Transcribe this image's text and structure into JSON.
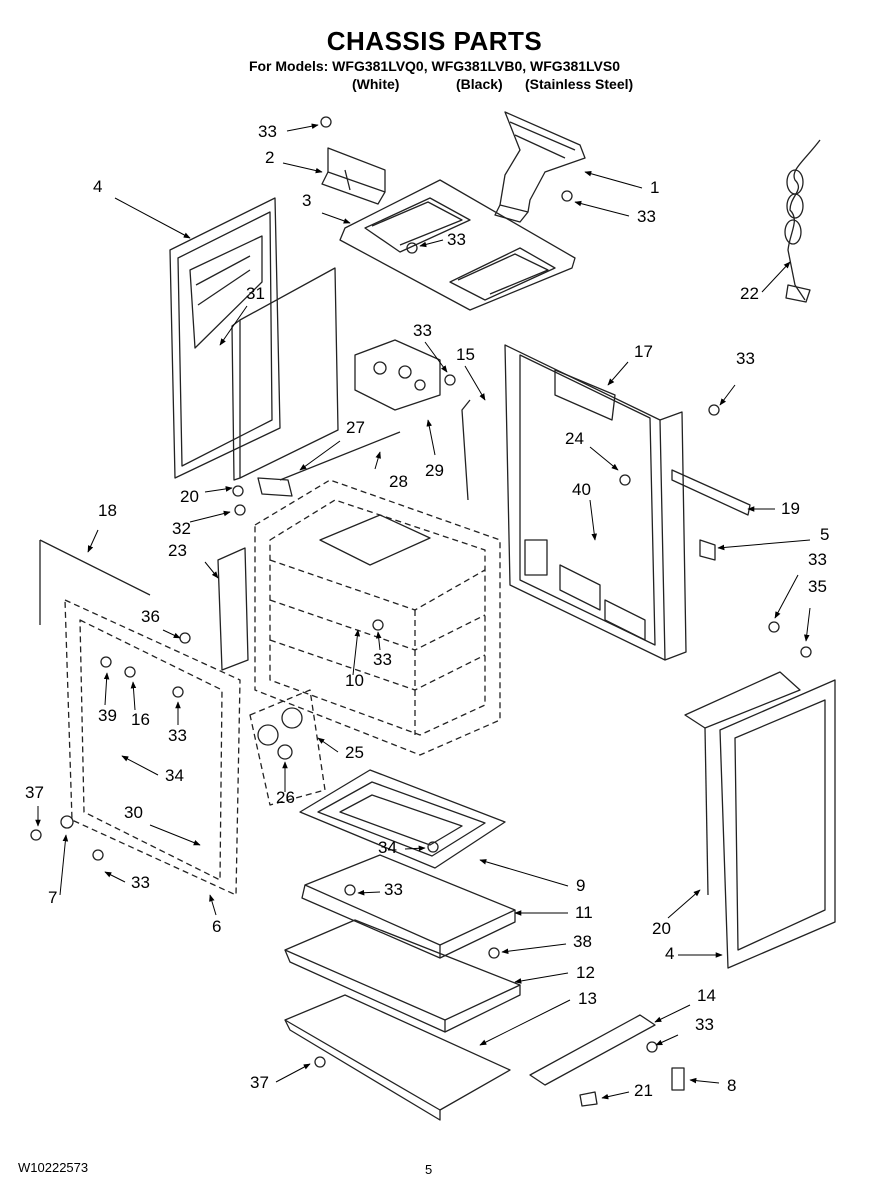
{
  "title": "CHASSIS PARTS",
  "subtitle": "For Models: WFG381LVQ0, WFG381LVB0, WFG381LVS0",
  "variants": [
    "(White)",
    "(Black)",
    "(Stainless Steel)"
  ],
  "footer": {
    "doc_number": "W10222573",
    "page": "5"
  },
  "callouts": [
    "33",
    "2",
    "4",
    "3",
    "33",
    "1",
    "33",
    "22",
    "31",
    "33",
    "15",
    "17",
    "33",
    "24",
    "27",
    "28",
    "29",
    "20",
    "40",
    "19",
    "32",
    "5",
    "18",
    "23",
    "33",
    "35",
    "36",
    "10",
    "33",
    "39",
    "16",
    "33",
    "25",
    "37",
    "34",
    "26",
    "30",
    "34",
    "9",
    "33",
    "7",
    "33",
    "6",
    "11",
    "20",
    "38",
    "4",
    "12",
    "14",
    "13",
    "33",
    "37",
    "21",
    "8"
  ]
}
